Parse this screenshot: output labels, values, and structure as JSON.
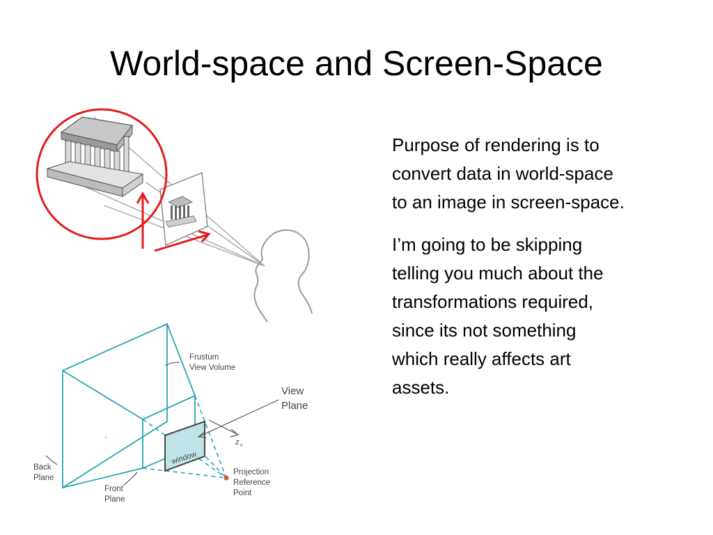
{
  "slide": {
    "title": "World-space and Screen-Space",
    "paragraphs": [
      "Purpose of rendering is to\nconvert data in world-space\nto an image in screen-space.",
      "I’m going to be skipping\ntelling you much about the\ntransformations required,\nsince its not something\nwhich really affects art\nassets."
    ]
  },
  "diagram": {
    "frustum_label": [
      "Frustum",
      "View Volume"
    ],
    "view_plane_label": [
      "View",
      "Plane"
    ],
    "window_label": "window",
    "axis_label": "z",
    "axis_subscript": "v",
    "back_plane_label": [
      "Back",
      "Plane"
    ],
    "front_plane_label": [
      "Front",
      "Plane"
    ],
    "projection_label": [
      "Projection",
      "Reference",
      "Point"
    ]
  },
  "colors": {
    "highlight_red": "#e21b1b",
    "frustum_cyan": "#2aa3b3",
    "window_fill": "#bfe3e6",
    "line_grey": "#9a9a9a"
  }
}
